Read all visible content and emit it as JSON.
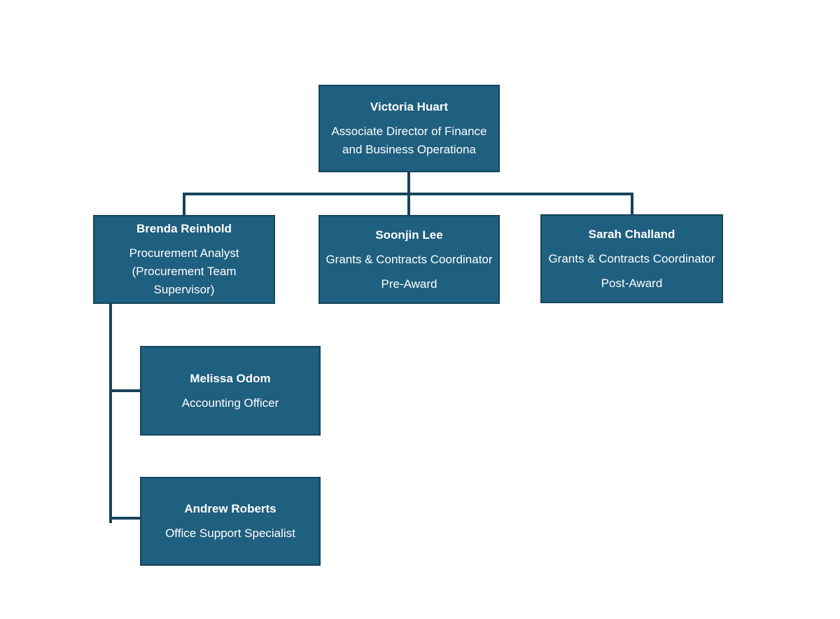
{
  "page": {
    "background_color": "#FFFFFF"
  },
  "palette": {
    "node_fill": "#1F5F7F",
    "node_border": "#17455B",
    "connector_color": "#17455B",
    "text_color": "#FFFFFF"
  },
  "org_chart": {
    "nodes": [
      {
        "id": "victoria-huart",
        "name": "Victoria Huart",
        "title": [
          "Associate Director of Finance and Business Operationa"
        ],
        "reports_to": null
      },
      {
        "id": "brenda-reinhold",
        "name": "Brenda Reinhold",
        "title": [
          "Procurement Analyst (Procurement Team Supervisor)"
        ],
        "reports_to": "Victoria Huart"
      },
      {
        "id": "soonjin-lee",
        "name": "Soonjin Lee",
        "title": [
          "Grants & Contracts Coordinator",
          "Pre-Award"
        ],
        "reports_to": "Victoria Huart"
      },
      {
        "id": "sarah-challand",
        "name": "Sarah Challand",
        "title": [
          "Grants & Contracts Coordinator",
          "Post-Award"
        ],
        "reports_to": "Victoria Huart"
      },
      {
        "id": "melissa-odom",
        "name": "Melissa Odom",
        "title": [
          "Accounting Officer"
        ],
        "reports_to": "Brenda Reinhold"
      },
      {
        "id": "andrew-roberts",
        "name": "Andrew Roberts",
        "title": [
          "Office Support Specialist"
        ],
        "reports_to": "Brenda Reinhold"
      }
    ]
  }
}
